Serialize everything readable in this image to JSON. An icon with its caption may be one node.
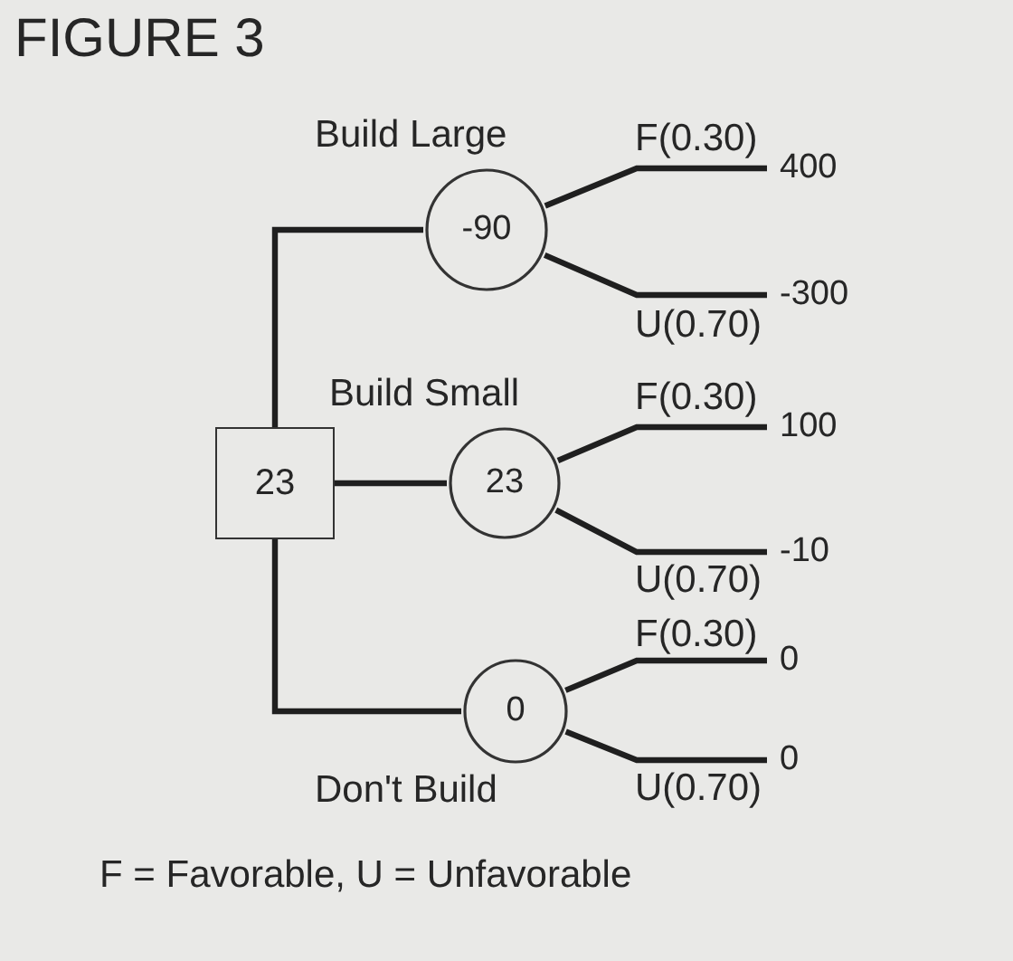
{
  "diagram": {
    "title": "FIGURE 3",
    "caption": "F = Favorable, U = Unfavorable",
    "nodes": [
      {
        "text": [
          "23"
        ]
      },
      {
        "text": [
          "-90"
        ]
      },
      {
        "text": [
          "23"
        ]
      },
      {
        "text": [
          "0"
        ]
      },
      {
        "text": [
          "400"
        ]
      },
      {
        "text": [
          "-300"
        ]
      },
      {
        "text": [
          "100"
        ]
      },
      {
        "text": [
          "-10"
        ]
      },
      {
        "text": [
          "0"
        ]
      },
      {
        "text": [
          "0"
        ]
      }
    ],
    "edges": [
      {
        "from": 0,
        "to": 1,
        "arrow": "none",
        "label": "Build Large"
      },
      {
        "from": 0,
        "to": 2,
        "arrow": "none",
        "label": "Build Small"
      },
      {
        "from": 0,
        "to": 3,
        "arrow": "none",
        "label": "Don't Build"
      },
      {
        "from": 1,
        "to": 4,
        "arrow": "none",
        "label": "F(0.30)"
      },
      {
        "from": 1,
        "to": 5,
        "arrow": "none",
        "label": "U(0.70)"
      },
      {
        "from": 2,
        "to": 6,
        "arrow": "none",
        "label": "F(0.30)"
      },
      {
        "from": 2,
        "to": 7,
        "arrow": "none",
        "label": "U(0.70)"
      },
      {
        "from": 3,
        "to": 8,
        "arrow": "none",
        "label": "F(0.30)"
      },
      {
        "from": 3,
        "to": 9,
        "arrow": "none",
        "label": "U(0.70)"
      }
    ]
  }
}
